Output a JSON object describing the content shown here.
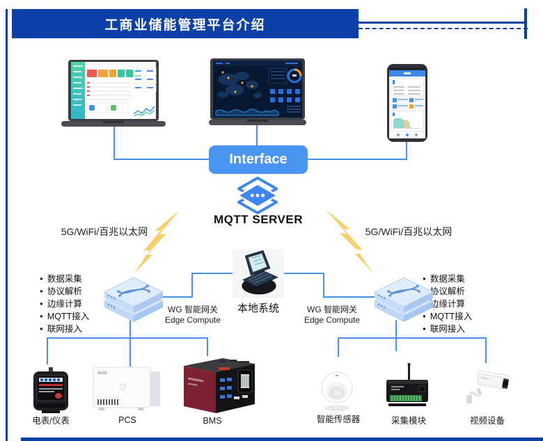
{
  "header": {
    "title": "工商业储能管理平台介绍"
  },
  "interface_box": {
    "label": "Interface"
  },
  "mqtt_server": {
    "label": "MQTT SERVER"
  },
  "network": {
    "left_label": "5G/WiFi/百兆以太网",
    "right_label": "5G/WiFi/百兆以太网"
  },
  "gateways": {
    "left": {
      "features": [
        "数据采集",
        "协议解析",
        "边缘计算",
        "MQTT接入",
        "联网接入"
      ],
      "name": "WG 智能网关",
      "subtitle": "Edge Compute"
    },
    "right": {
      "features": [
        "数据采集",
        "协议解析",
        "边缘计算",
        "MQTT接入",
        "联网接入"
      ],
      "name": "WG 智能网关",
      "subtitle": "Edge Compute"
    }
  },
  "local_system": {
    "label": "本地系统"
  },
  "field_devices_left": [
    {
      "label": "电表/仪表"
    },
    {
      "label": "PCS"
    },
    {
      "label": "BMS"
    }
  ],
  "field_devices_right": [
    {
      "label": "智能传感器"
    },
    {
      "label": "采集模块"
    },
    {
      "label": "视频设备"
    }
  ],
  "icons": {
    "mqtt": "diamond-stack-icon",
    "gateway": "network-switch-icon",
    "local_system": "laptop-icon",
    "network_link": "lightning-bolt-icon"
  },
  "colors": {
    "brand_blue": "#0c3fa8",
    "connector_blue": "#4a90e8",
    "interface_blue": "#4a94f2",
    "icon_blue": "#3d86f0",
    "lightning_yellow": "#f8d06b"
  }
}
